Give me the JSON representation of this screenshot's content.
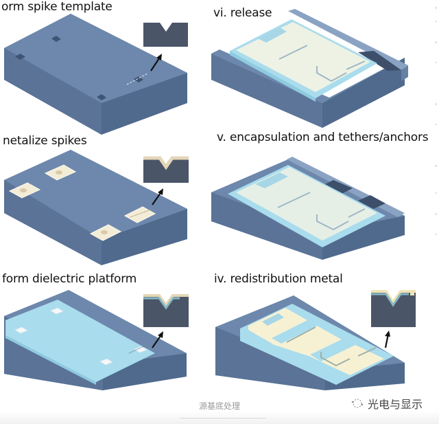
{
  "steps": {
    "i": {
      "label": "orm spike template"
    },
    "ii": {
      "label": "netalize spikes"
    },
    "iii": {
      "label": "form dielectric platform"
    },
    "iv": {
      "label": "iv. redistribution metal"
    },
    "v": {
      "label": "v. encapsulation and tethers/anchors"
    },
    "vi": {
      "label": "vi. release"
    }
  },
  "caption": "源基底处理",
  "watermark": {
    "icon": "wechat-official-account-icon",
    "text": "光电与显示"
  },
  "colors": {
    "substrate_top": "#6d88ac",
    "substrate_left": "#5c7598",
    "substrate_right": "#506a8d",
    "cross_section": "#4a5567",
    "metal": "#f3ecd6",
    "dielectric": "#a9dced",
    "redistribution": "#f7f1d4",
    "encapsulation": "#dfeee8"
  }
}
